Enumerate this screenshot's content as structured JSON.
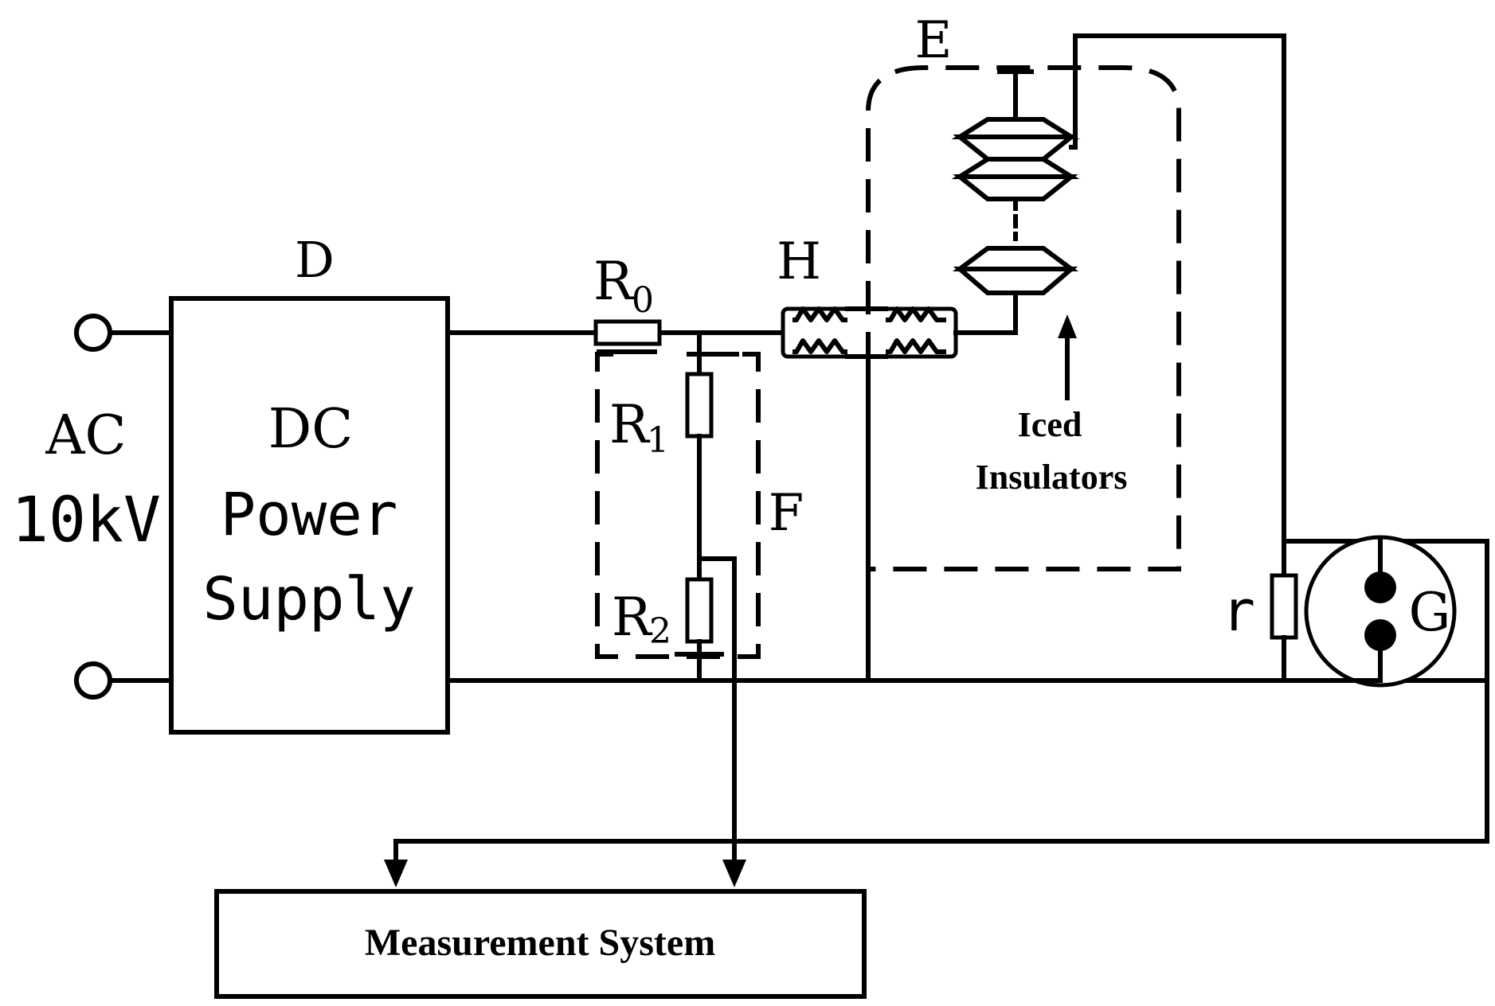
{
  "labels": {
    "source": "AC",
    "source_voltage": "10kV",
    "power_supply_id": "D",
    "power_supply_line1": "DC",
    "power_supply_line2": "Power",
    "power_supply_line3": "Supply",
    "r0": "R",
    "r0_sub": "0",
    "r1": "R",
    "r1_sub": "1",
    "r2": "R",
    "r2_sub": "2",
    "divider_id": "F",
    "bushing_id": "H",
    "chamber_id": "E",
    "iced_line1": "Iced",
    "iced_line2": "Insulators",
    "shunt": "r",
    "gap_id": "G",
    "measurement": "Measurement System"
  }
}
